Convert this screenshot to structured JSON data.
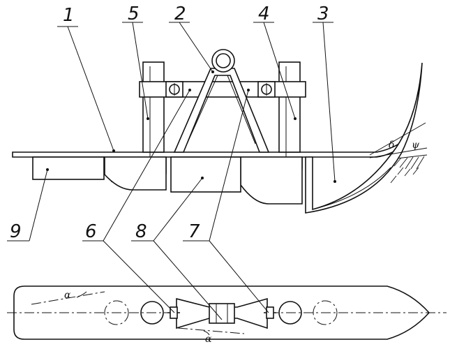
{
  "callouts": [
    {
      "id": "1",
      "label": "1"
    },
    {
      "id": "2",
      "label": "2"
    },
    {
      "id": "3",
      "label": "3"
    },
    {
      "id": "4",
      "label": "4"
    },
    {
      "id": "5",
      "label": "5"
    },
    {
      "id": "6",
      "label": "6"
    },
    {
      "id": "7",
      "label": "7"
    },
    {
      "id": "8",
      "label": "8"
    },
    {
      "id": "9",
      "label": "9"
    }
  ],
  "angles": {
    "delta": "δ",
    "psi": "ψ",
    "alpha_top": "α",
    "alpha_bottom": "α"
  }
}
